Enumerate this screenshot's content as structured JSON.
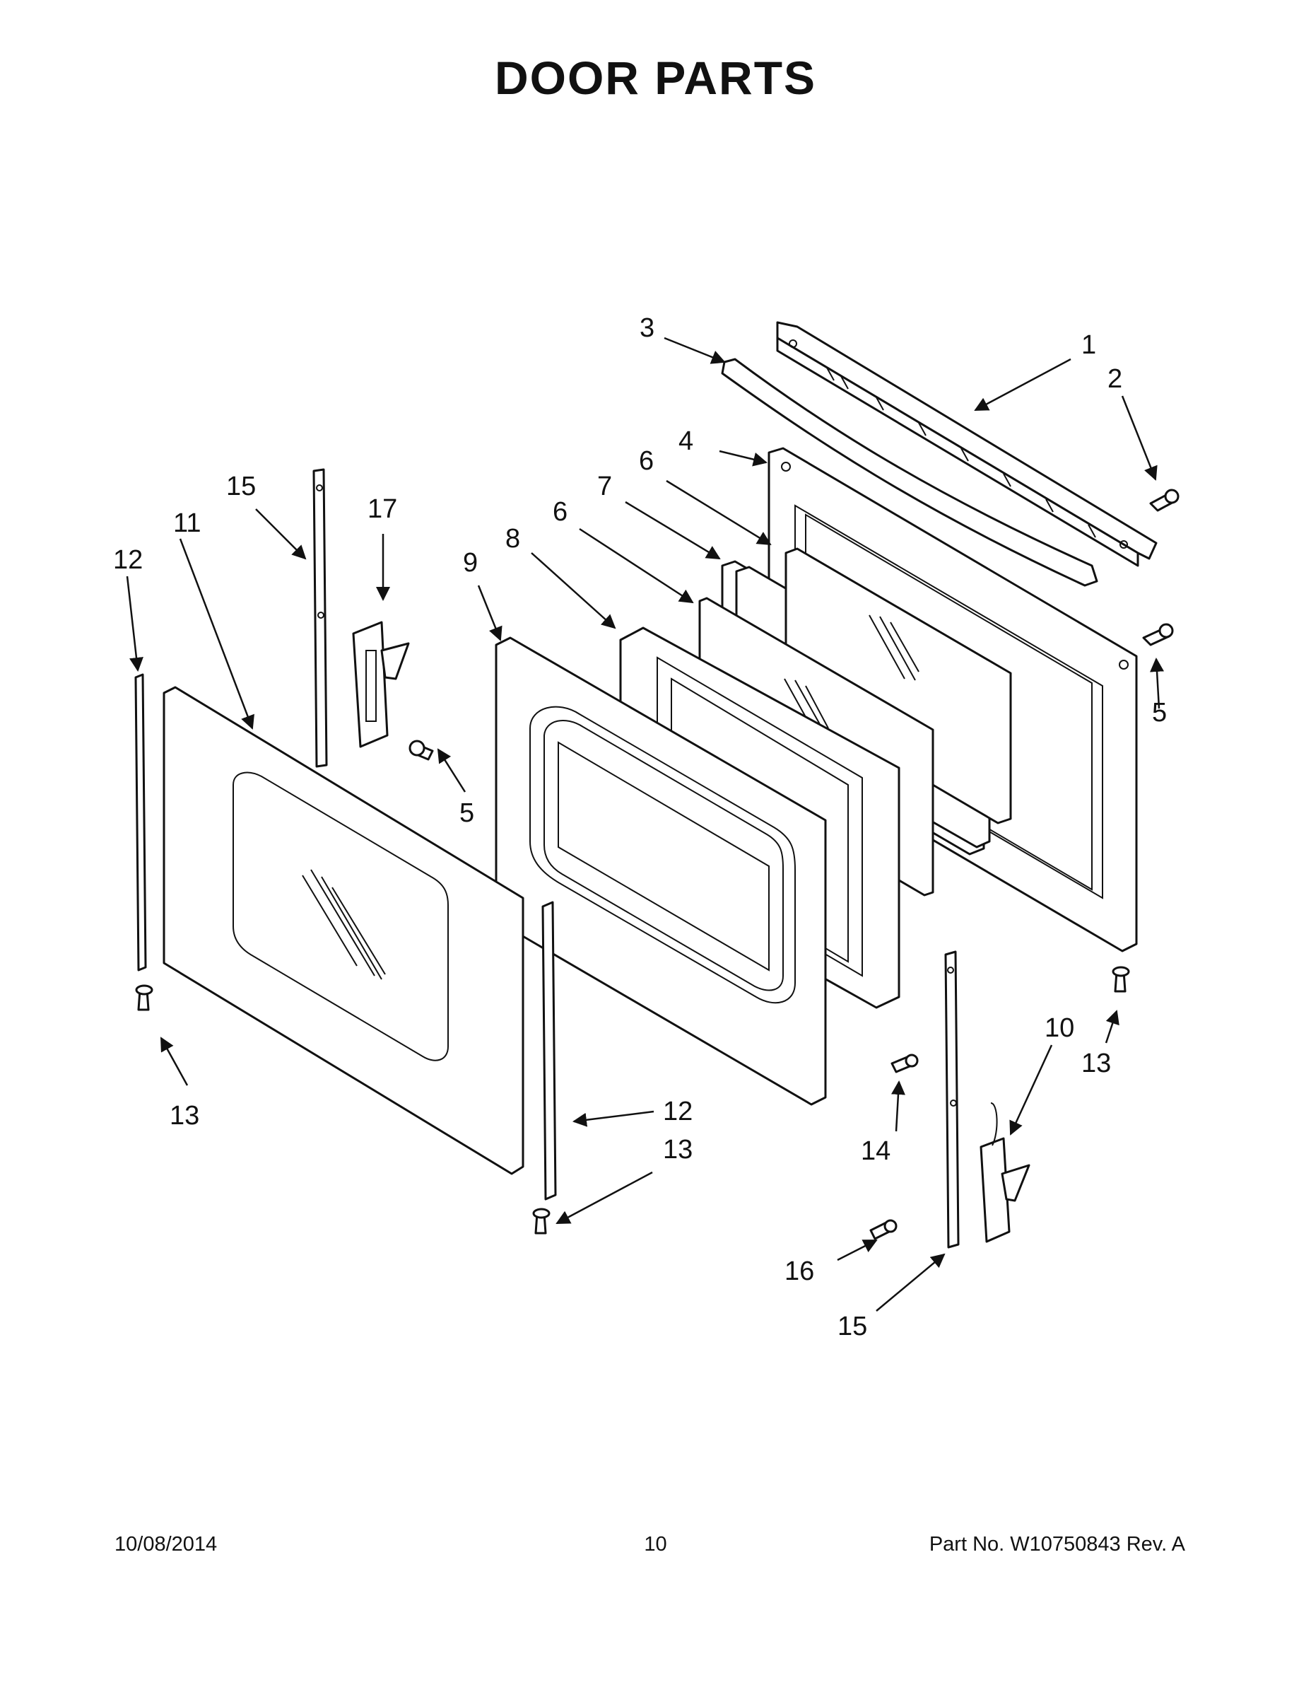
{
  "title": "DOOR PARTS",
  "footer": {
    "date": "10/08/2014",
    "page_number": "10",
    "part_number": "Part No.  W10750843  Rev.  A"
  },
  "callouts": {
    "c1": "1",
    "c2": "2",
    "c3": "3",
    "c4": "4",
    "c5a": "5",
    "c5b": "5",
    "c6a": "6",
    "c6b": "6",
    "c7": "7",
    "c8": "8",
    "c9": "9",
    "c10": "10",
    "c11": "11",
    "c12a": "12",
    "c12b": "12",
    "c13a": "13",
    "c13b": "13",
    "c13c": "13",
    "c14": "14",
    "c15a": "15",
    "c15b": "15",
    "c16": "16",
    "c17": "17"
  }
}
